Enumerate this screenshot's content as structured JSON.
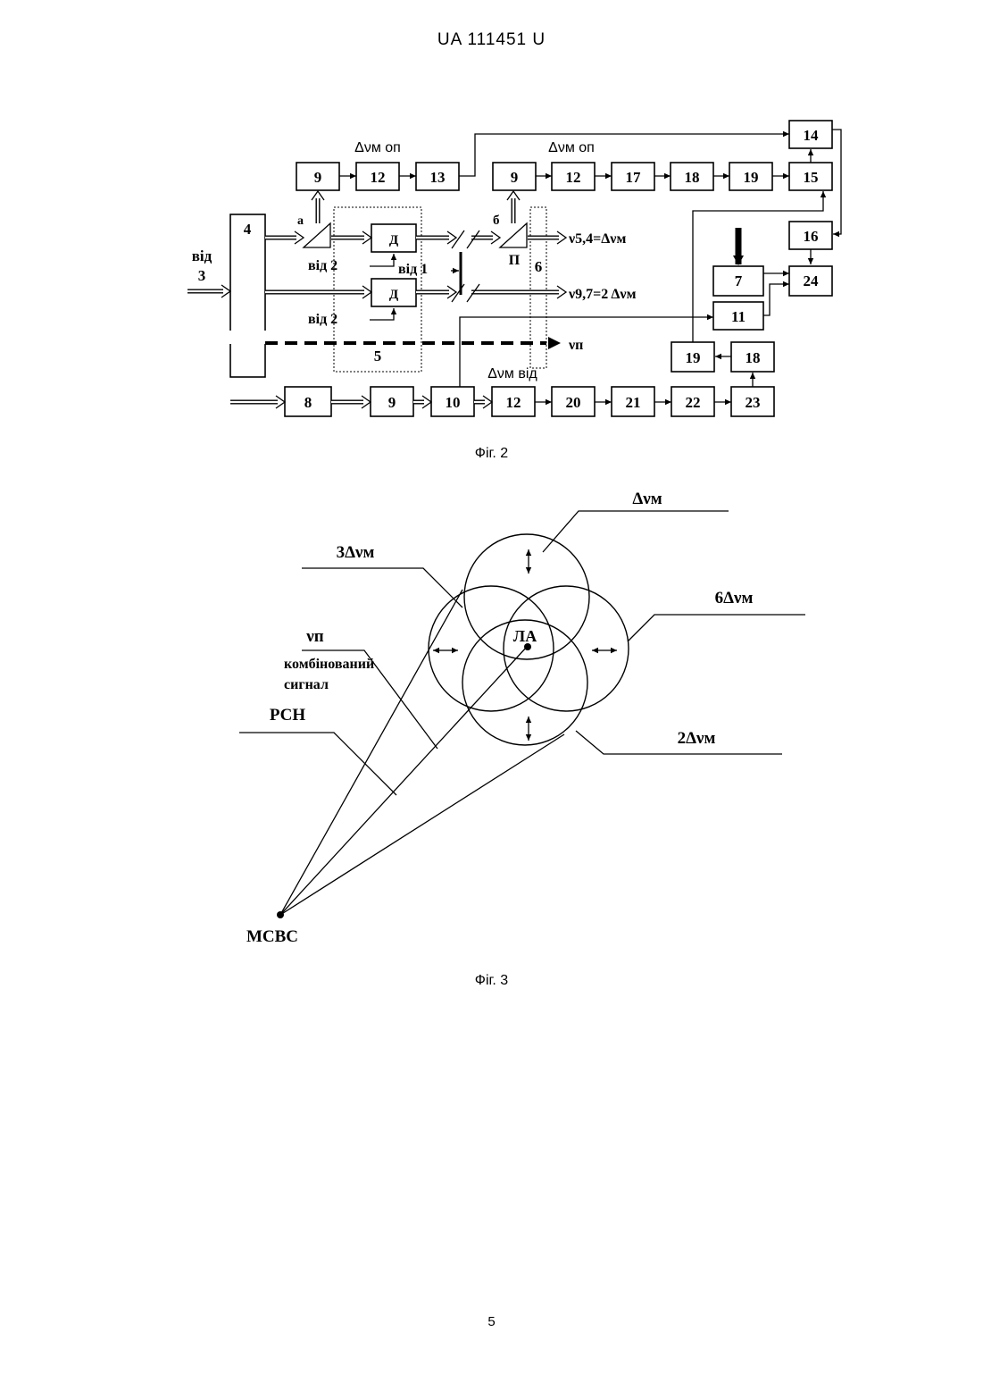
{
  "header": {
    "doc_id": "UA   111451   U"
  },
  "fig2": {
    "caption": "Фіг. 2",
    "blocks": {
      "b4": "4",
      "b9a": "9",
      "b12a": "12",
      "b13": "13",
      "b9b": "9",
      "b12b": "12",
      "b17": "17",
      "b18a": "18",
      "b19a": "19",
      "b15": "15",
      "b14": "14",
      "b16": "16",
      "b7": "7",
      "b24": "24",
      "b11": "11",
      "b19b": "19",
      "b18b": "18",
      "b8": "8",
      "b9c": "9",
      "b10": "10",
      "b12c": "12",
      "b20": "20",
      "b21": "21",
      "b22": "22",
      "b23": "23",
      "d1": "Д",
      "d2": "Д",
      "b5": "5",
      "b6": "6"
    },
    "labels": {
      "vid3_a": "від",
      "vid3_b": "3",
      "a": "a",
      "b": "б",
      "vid2_a": "від 2",
      "vid2_b": "від 2",
      "vid1": "від 1",
      "p": "П",
      "dnm_op1": "Δνм оп",
      "dnm_op2": "Δνм оп",
      "dnm_vid": "Δνм від",
      "v54": "ν5,4=Δνм",
      "v97": "ν9,7=2 Δνм",
      "vp": "νп"
    }
  },
  "fig3": {
    "caption": "Фіг. 3",
    "labels": {
      "dvm": "Δνм",
      "dvm3": "3Δνм",
      "dvm6": "6Δνм",
      "dvm2": "2Δνм",
      "vp": "νп",
      "comb1": "комбінований",
      "comb2": "сигнал",
      "rsn": "РСН",
      "la": "ЛА",
      "msvs": "МСВС"
    }
  },
  "page_number": "5"
}
